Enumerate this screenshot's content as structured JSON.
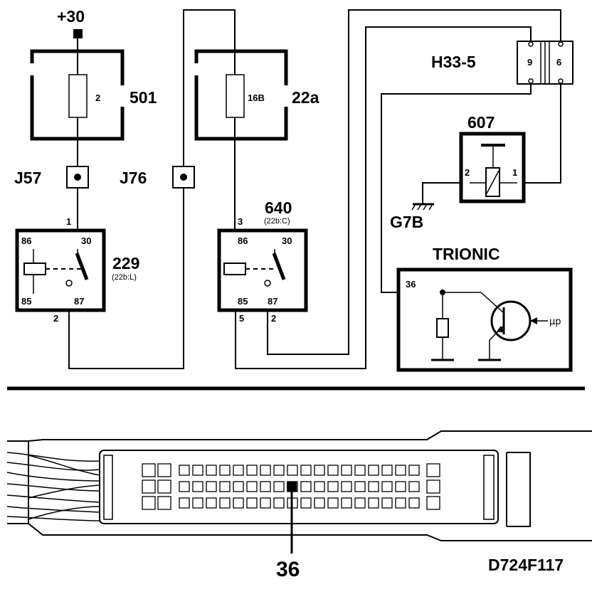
{
  "diagram": {
    "supply_label": "+30",
    "fuses": [
      {
        "id": "501",
        "rating": "2"
      },
      {
        "id": "22a",
        "rating": "16B"
      }
    ],
    "junctions": [
      "J57",
      "J76"
    ],
    "relay_229": {
      "id": "229",
      "ref": "(22b:L)",
      "pins": {
        "p86": "86",
        "p30": "30",
        "p85": "85",
        "p87": "87"
      },
      "wire_in": "1",
      "wire_out": "2"
    },
    "relay_640": {
      "id": "640",
      "ref": "(22b:C)",
      "pins": {
        "p86": "86",
        "p30": "30",
        "p85": "85",
        "p87": "87"
      },
      "wire_in": "3",
      "wire_out_85": "5",
      "wire_out_87": "2"
    },
    "connector": {
      "id": "H33-5",
      "pin_a": "9",
      "pin_b": "6"
    },
    "component_607": {
      "id": "607",
      "pin_left": "2",
      "pin_right": "1"
    },
    "ground": "G7B",
    "ecu": {
      "name": "TRIONIC",
      "pin": "36",
      "input": "µp"
    },
    "ecu_connector_pin": "36",
    "drawing_code": "D724F117"
  }
}
